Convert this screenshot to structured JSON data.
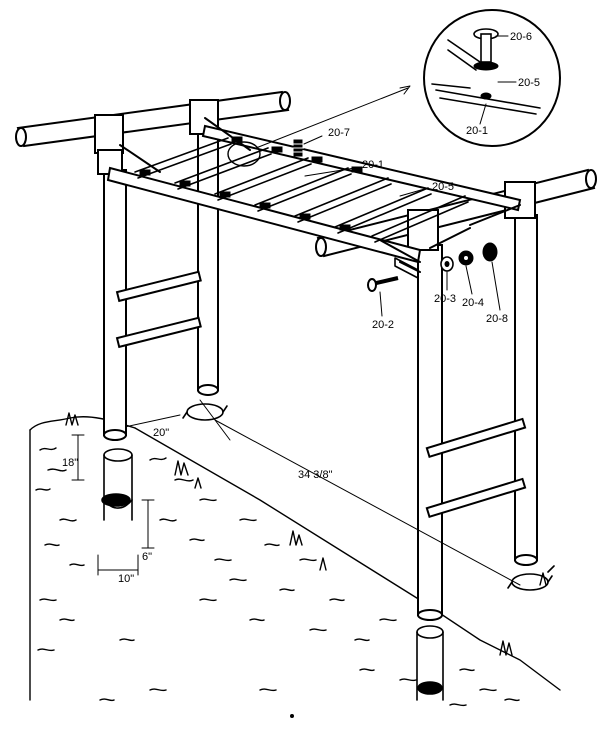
{
  "labels": {
    "l20_6": "20-6",
    "l20_5_inset": "20-5",
    "l20_1_inset": "20-1",
    "l20_7": "20-7",
    "l20_1": "20-1",
    "l20_5": "20-5",
    "l20_3": "20-3",
    "l20_4": "20-4",
    "l20_8": "20-8",
    "l20_2": "20-2"
  },
  "dimensions": {
    "width": "20\"",
    "length": "34 3/8\"",
    "depth": "18\"",
    "concrete_depth": "6\"",
    "hole_diameter": "10\""
  }
}
